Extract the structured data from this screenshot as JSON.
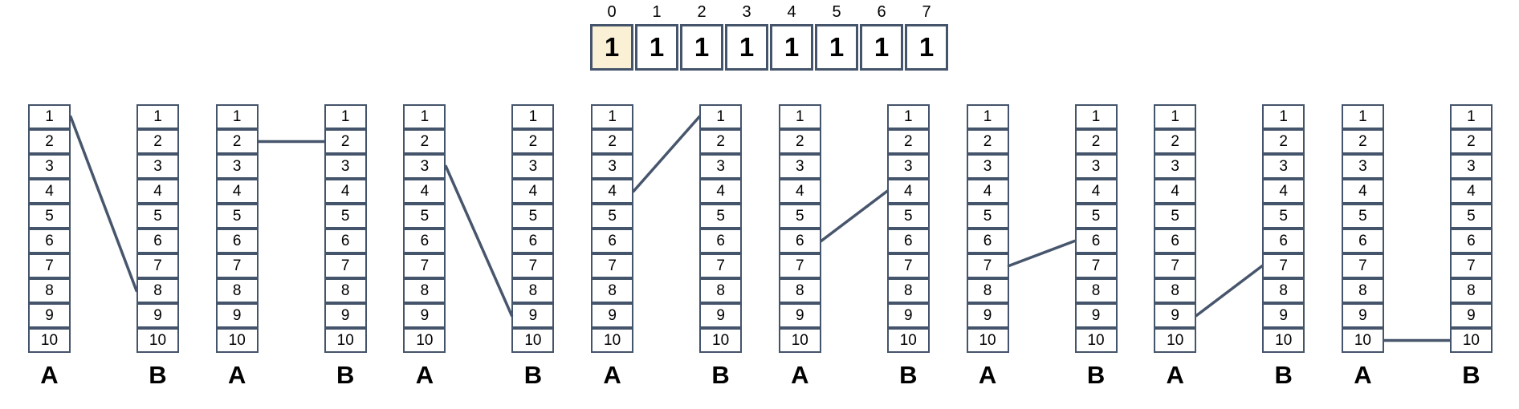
{
  "array": {
    "highlighted": 0,
    "cells": [
      {
        "index": "0",
        "value": "1"
      },
      {
        "index": "1",
        "value": "1"
      },
      {
        "index": "2",
        "value": "1"
      },
      {
        "index": "3",
        "value": "1"
      },
      {
        "index": "4",
        "value": "1"
      },
      {
        "index": "5",
        "value": "1"
      },
      {
        "index": "6",
        "value": "1"
      },
      {
        "index": "7",
        "value": "1"
      }
    ]
  },
  "row_values": [
    "1",
    "2",
    "3",
    "4",
    "5",
    "6",
    "7",
    "8",
    "9",
    "10"
  ],
  "pairs": [
    {
      "label_a": "A",
      "label_b": "B",
      "connection": {
        "from_a_row": 1,
        "to_b_row": 8
      }
    },
    {
      "label_a": "A",
      "label_b": "B",
      "connection": {
        "from_a_row": 2,
        "to_b_row": 2
      }
    },
    {
      "label_a": "A",
      "label_b": "B",
      "connection": {
        "from_a_row": 3,
        "to_b_row": 9
      }
    },
    {
      "label_a": "A",
      "label_b": "B",
      "connection": {
        "from_a_row": 4,
        "to_b_row": 1
      }
    },
    {
      "label_a": "A",
      "label_b": "B",
      "connection": {
        "from_a_row": 6,
        "to_b_row": 4
      }
    },
    {
      "label_a": "A",
      "label_b": "B",
      "connection": {
        "from_a_row": 7,
        "to_b_row": 6
      }
    },
    {
      "label_a": "A",
      "label_b": "B",
      "connection": {
        "from_a_row": 9,
        "to_b_row": 7
      }
    },
    {
      "label_a": "A",
      "label_b": "B",
      "connection": {
        "from_a_row": 10,
        "to_b_row": 10
      }
    }
  ],
  "colors": {
    "border": "#44546A",
    "connection_line": "#47566C",
    "highlight_fill": "#FAF0D6",
    "text": "#000000",
    "background": "#FFFFFF"
  }
}
